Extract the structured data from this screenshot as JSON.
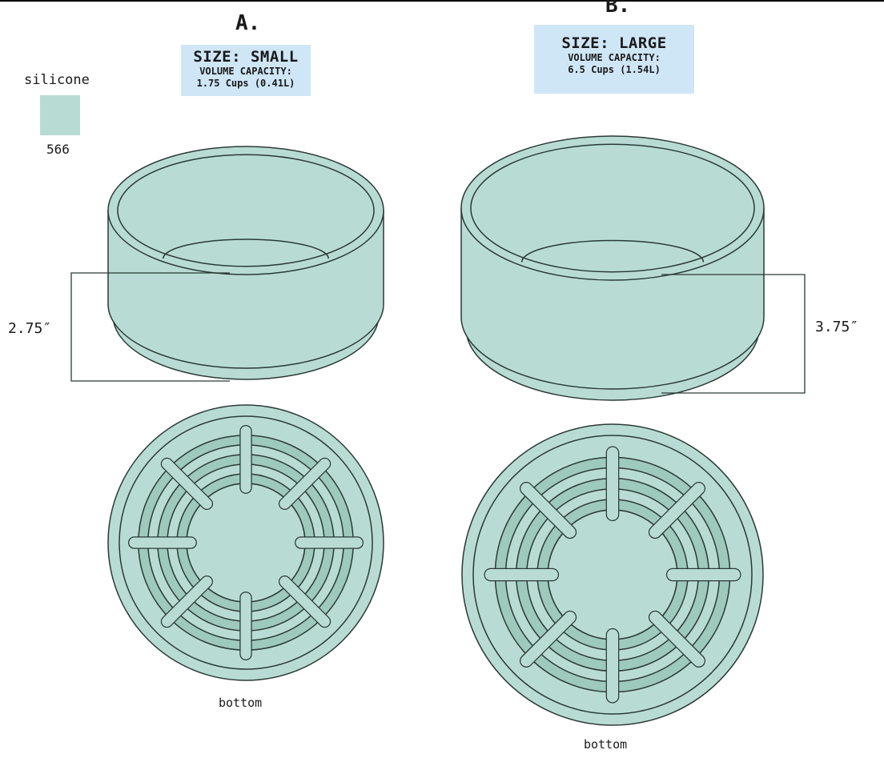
{
  "colors": {
    "silicone": "#b8dcd3",
    "silicone_dark": "#9ec9bd",
    "stroke": "#2b3a36",
    "size_box": "#cfe6f7"
  },
  "legend": {
    "material_label": "silicone",
    "color_code": "566"
  },
  "bowls": [
    {
      "letter": "A.",
      "size": "SIZE: SMALL",
      "volume_title": "VOLUME CAPACITY:",
      "volume_value": "1.75 Cups (0.41L)",
      "height": "2.75″",
      "bottom_label": "bottom"
    },
    {
      "letter": "B.",
      "size": "SIZE: LARGE",
      "volume_title": "VOLUME CAPACITY:",
      "volume_value": "6.5 Cups (1.54L)",
      "height": "3.75″",
      "bottom_label": "bottom"
    }
  ]
}
